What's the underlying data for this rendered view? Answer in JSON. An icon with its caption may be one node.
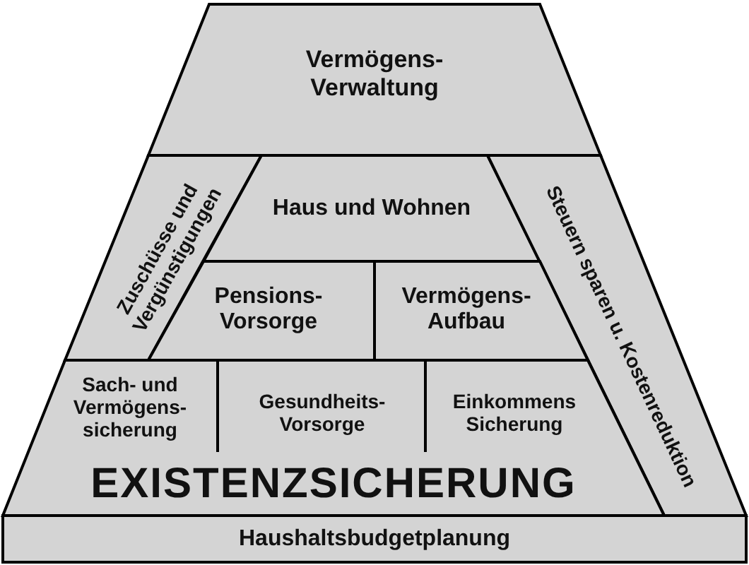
{
  "diagram": {
    "nodes": [
      {
        "text": [
          "Vermögens- Verwaltung"
        ]
      },
      {
        "text": [
          "Zuschüsse und Vergünstigungen"
        ]
      },
      {
        "text": [
          "Haus und Wohnen"
        ]
      },
      {
        "text": [
          "Steuern sparen u. Kostenreduktion"
        ]
      },
      {
        "text": [
          "Pensions- Vorsorge"
        ]
      },
      {
        "text": [
          "Vermögens- Aufbau"
        ]
      },
      {
        "text": [
          "EXISTENZSICHERUNG"
        ]
      },
      {
        "text": [
          "Sach- und Vermögens- sicherung"
        ],
        "in": 6
      },
      {
        "text": [
          "Gesundheits- Vorsorge"
        ],
        "in": 6
      },
      {
        "text": [
          "Einkommens Sicherung"
        ],
        "in": 6
      },
      {
        "text": [
          "Haushaltsbudgetplanung"
        ]
      }
    ]
  }
}
